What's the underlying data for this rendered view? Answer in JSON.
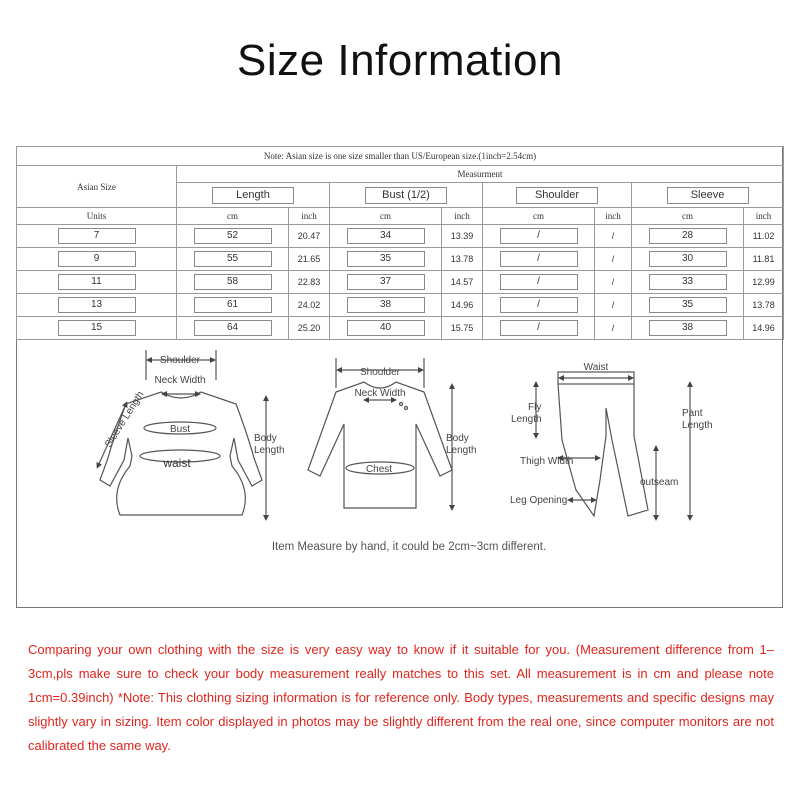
{
  "title": "Size  Information",
  "table": {
    "note": "Note: Asian size is one size smaller than US/European size.(1inch=2.54cm)",
    "measurement_header": "Measurment",
    "asian_size_label": "Asian Size",
    "units_label": "Units",
    "columns": [
      "Length",
      "Bust (1/2)",
      "Shoulder",
      "Sleeve"
    ],
    "unit_cm": "cm",
    "unit_inch": "inch",
    "rows": [
      {
        "size": "7",
        "length_cm": "52",
        "length_in": "20.47",
        "bust_cm": "34",
        "bust_in": "13.39",
        "shoulder_cm": "/",
        "shoulder_in": "/",
        "sleeve_cm": "28",
        "sleeve_in": "11.02"
      },
      {
        "size": "9",
        "length_cm": "55",
        "length_in": "21.65",
        "bust_cm": "35",
        "bust_in": "13.78",
        "shoulder_cm": "/",
        "shoulder_in": "/",
        "sleeve_cm": "30",
        "sleeve_in": "11.81"
      },
      {
        "size": "11",
        "length_cm": "58",
        "length_in": "22.83",
        "bust_cm": "37",
        "bust_in": "14.57",
        "shoulder_cm": "/",
        "shoulder_in": "/",
        "sleeve_cm": "33",
        "sleeve_in": "12.99"
      },
      {
        "size": "13",
        "length_cm": "61",
        "length_in": "24.02",
        "bust_cm": "38",
        "bust_in": "14.96",
        "shoulder_cm": "/",
        "shoulder_in": "/",
        "sleeve_cm": "35",
        "sleeve_in": "13.78"
      },
      {
        "size": "15",
        "length_cm": "64",
        "length_in": "25.20",
        "bust_cm": "40",
        "bust_in": "15.75",
        "shoulder_cm": "/",
        "shoulder_in": "/",
        "sleeve_cm": "38",
        "sleeve_in": "14.96"
      }
    ]
  },
  "diagrams": {
    "dress": {
      "shoulder": "Shoulder",
      "neck_width": "Neck Width",
      "sleeve_length": "Sleeve Length",
      "bust": "Bust",
      "waist": "waist",
      "body": "Body",
      "length": "Length"
    },
    "top": {
      "shoulder": "Shoulder",
      "neck_width": "Neck Width",
      "chest": "Chest",
      "body": "Body",
      "length": "Length"
    },
    "pants": {
      "waist": "Waist",
      "fly": "Fly",
      "fly_length": "Length",
      "pant": "Pant",
      "pant_length": "Length",
      "thigh_width": "Thigh Width",
      "outseam": "outseam",
      "leg_opening": "Leg Opening"
    },
    "caption": "Item Measure by hand, it could be 2cm~3cm different."
  },
  "bottom_note": "Comparing your own clothing with the size is very easy way to know if it suitable for you. (Measurement difference from 1– 3cm,pls make sure to check your body measurement really matches to this set. All measurement is in cm and please note 1cm=0.39inch) *Note: This clothing sizing information is for reference only. Body types, measurements and specific designs may slightly vary in sizing. Item color displayed in photos may be slightly different from the real one, since computer monitors are not calibrated the same way.",
  "colors": {
    "note_red": "#e0251d",
    "border": "#9a9a9a"
  }
}
